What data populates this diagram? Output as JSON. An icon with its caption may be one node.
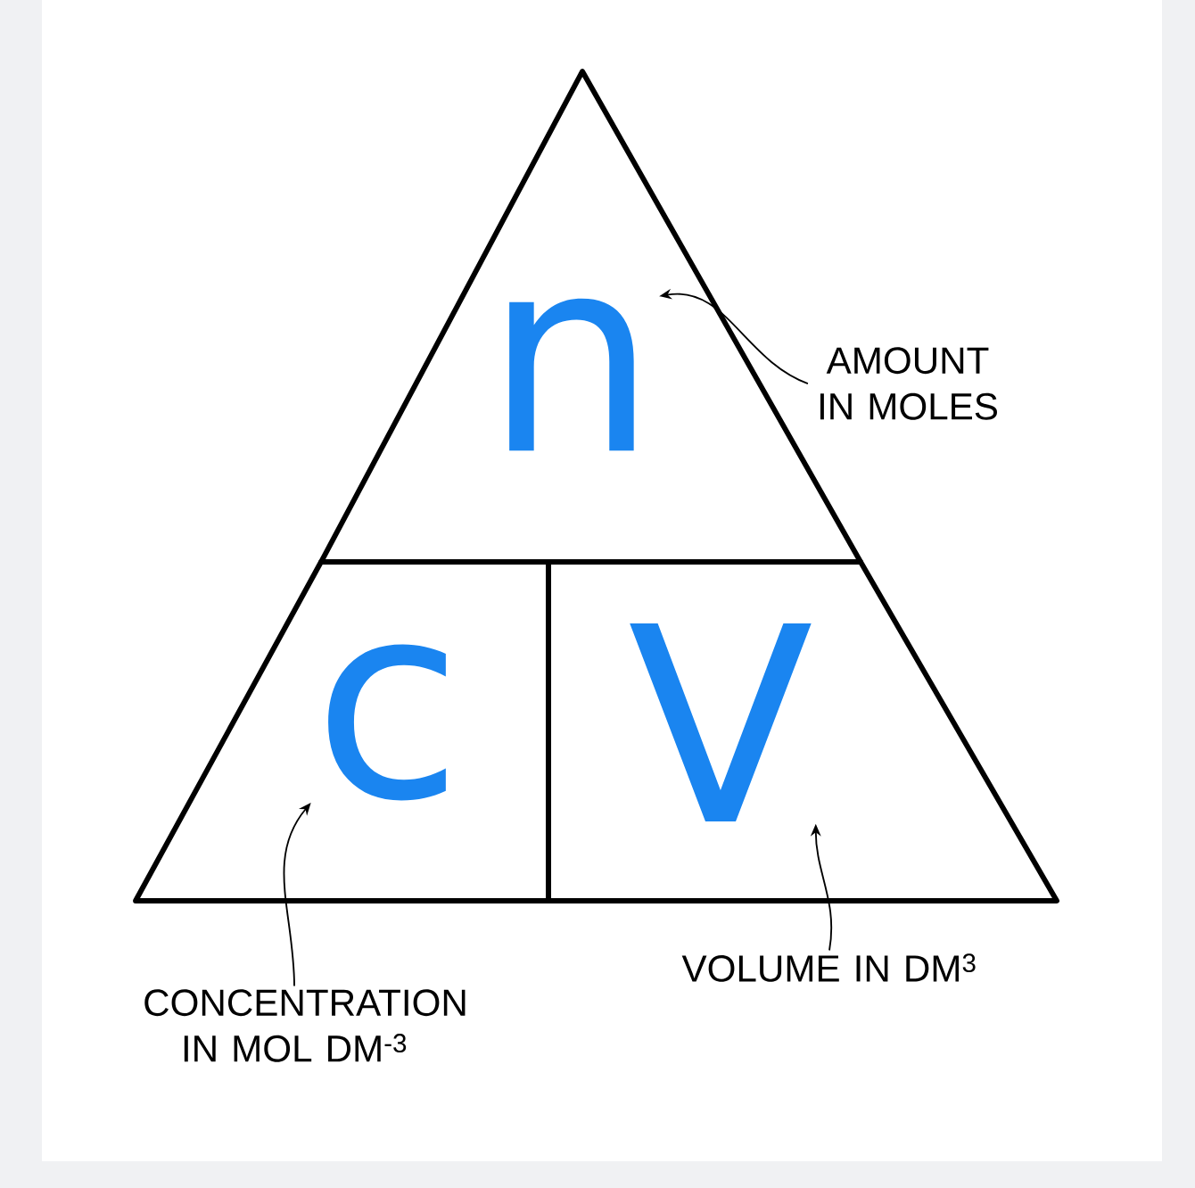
{
  "diagram": {
    "nodes": [
      {
        "text": [
          "n"
        ]
      },
      {
        "text": [
          "c"
        ]
      },
      {
        "text": [
          "V"
        ]
      },
      {
        "text": [
          "AMOUNT IN MOLES"
        ]
      },
      {
        "text": [
          "CONCENTRATION IN MOL DM$^{-3}$"
        ]
      },
      {
        "text": [
          "VOLUME IN DM$^{3}$"
        ]
      }
    ],
    "edges": [
      {
        "from": 3,
        "to": 0,
        "arrow": "to"
      },
      {
        "from": 4,
        "to": 1,
        "arrow": "to"
      },
      {
        "from": 5,
        "to": 2,
        "arrow": "to"
      }
    ]
  }
}
